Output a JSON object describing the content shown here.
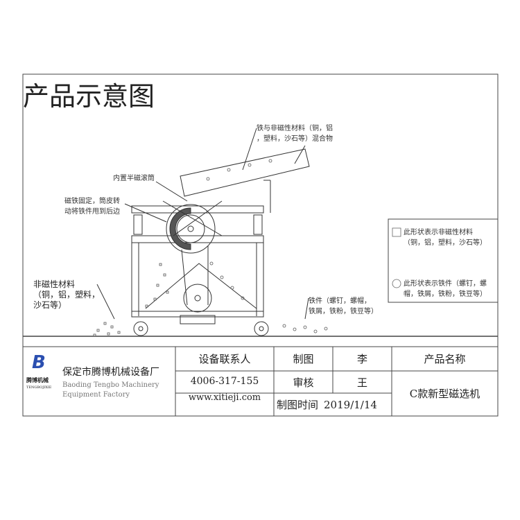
{
  "title": "产品示意图",
  "labels": {
    "mixture": [
      "铁与非磁性材料（铜，铝",
      "，塑料，沙石等）混合物"
    ],
    "drum": "内置半磁滚筒",
    "magnet": [
      "磁铁固定，筒皮转",
      "动将铁件甩到后边"
    ],
    "nonmagnetic": [
      "非磁性材料",
      "（铜，铝，塑料，",
      "沙石等）"
    ],
    "iron": [
      "铁件（螺钉，螺帽，",
      "铁屑，铁粉，铁豆等）"
    ]
  },
  "legend": {
    "square": [
      "此形状表示非磁性材料",
      "（铜，铝，塑料，沙石等）"
    ],
    "nut": [
      "此形状表示铁件（螺钉，螺",
      "帽，铁屑，铁粉，铁豆等）"
    ]
  },
  "title_block": {
    "logo_text": "腾博机械",
    "logo_sub": "TENGBOJIXIE",
    "company": "保定市腾博机械设备厂",
    "company_en_1": "Baoding Tengbo Machinery",
    "company_en_2": "Equipment Factory",
    "contact_label": "设备联系人",
    "phone": "4006-317-155",
    "website": "www.xitieji.com",
    "drawn_label": "制图",
    "drawn_by": "李",
    "checked_label": "审核",
    "checked_by": "王",
    "date_label": "制图时间",
    "date": "2019/1/14",
    "product_label": "产品名称",
    "product_name": "C款新型磁选机"
  }
}
